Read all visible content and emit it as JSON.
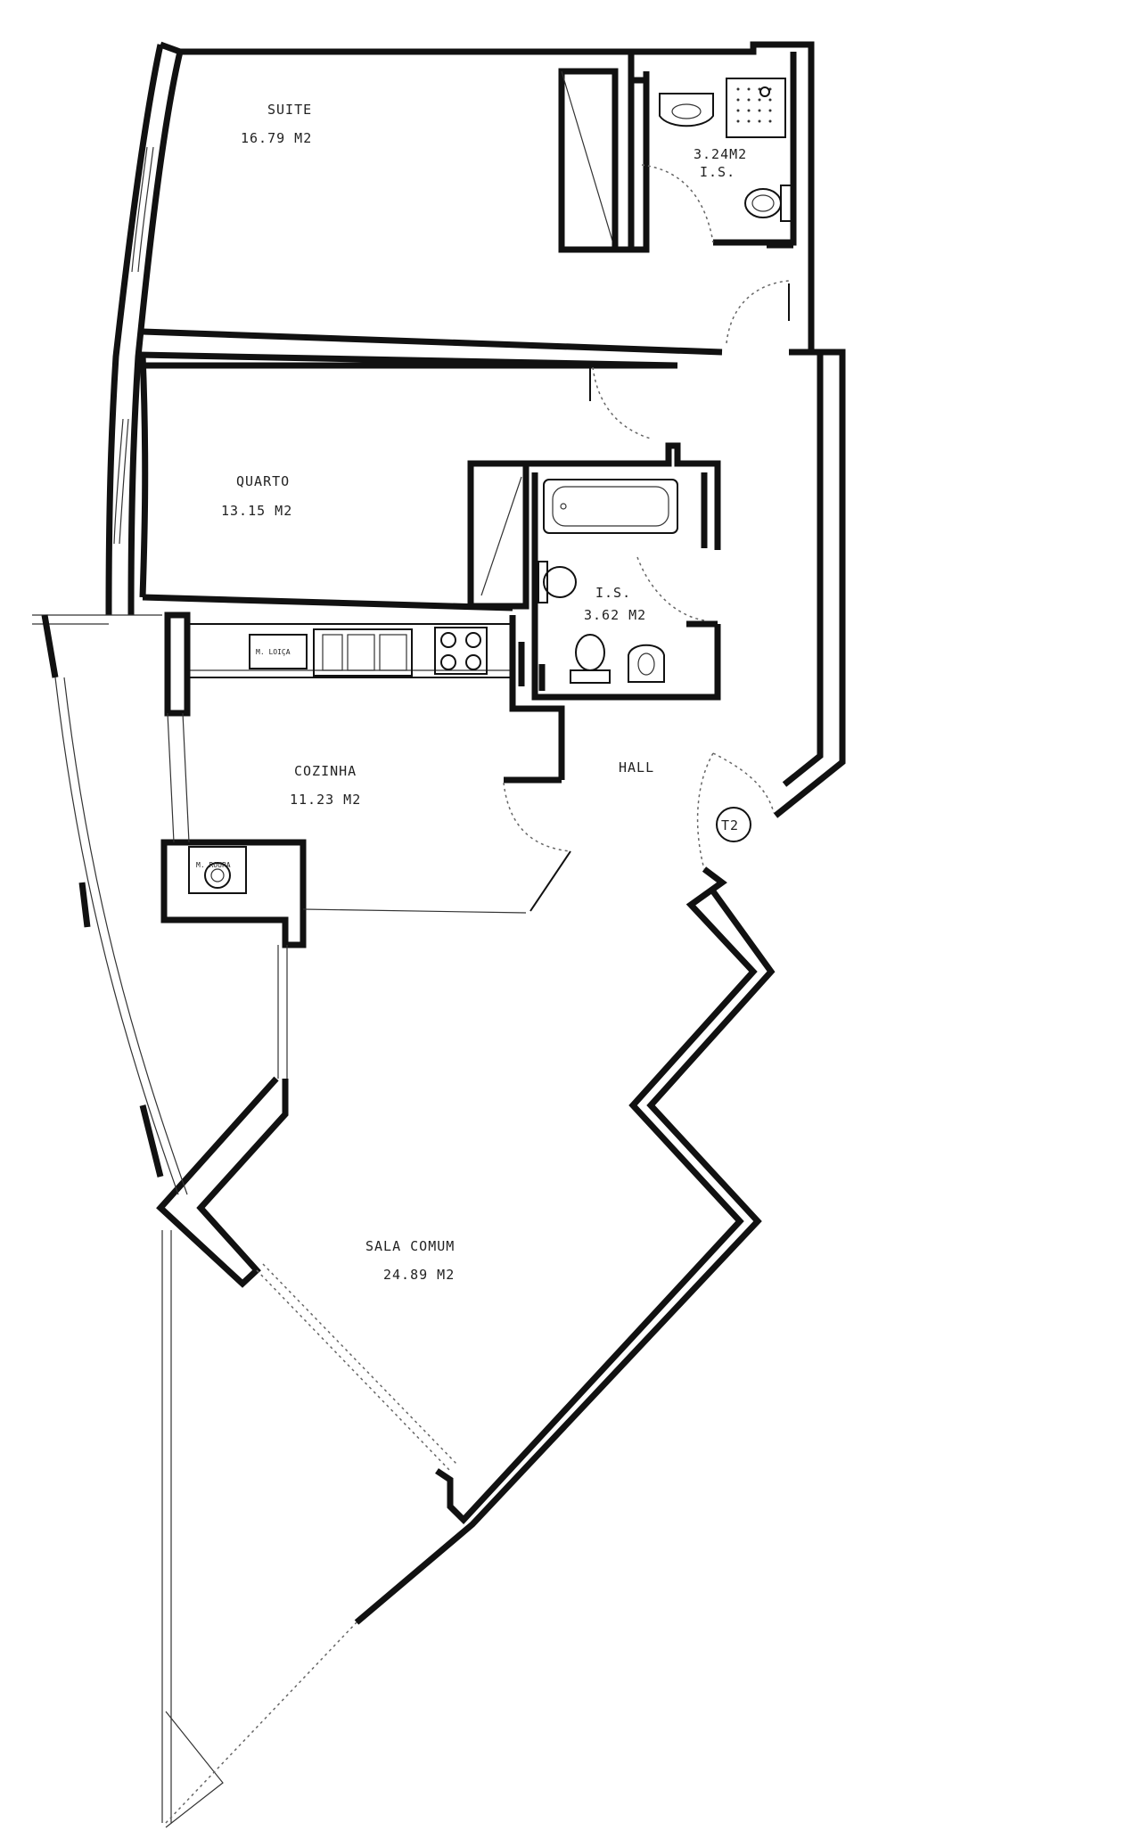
{
  "rooms": {
    "suite": {
      "name": "SUITE",
      "area": "16.79 M2"
    },
    "is_top": {
      "name": "I.S.",
      "area": "3.24M2"
    },
    "quarto": {
      "name": "QUARTO",
      "area": "13.15 M2"
    },
    "is_mid": {
      "name": "I.S.",
      "area": "3.62 M2"
    },
    "cozinha": {
      "name": "COZINHA",
      "area": "11.23 M2"
    },
    "hall": {
      "name": "HALL"
    },
    "sala": {
      "name": "SALA COMUM",
      "area": "24.89 M2"
    }
  },
  "appliances": {
    "dishwasher": "M. LOIÇA",
    "washer": "M. ROUPA"
  },
  "unit_tag": "T2"
}
